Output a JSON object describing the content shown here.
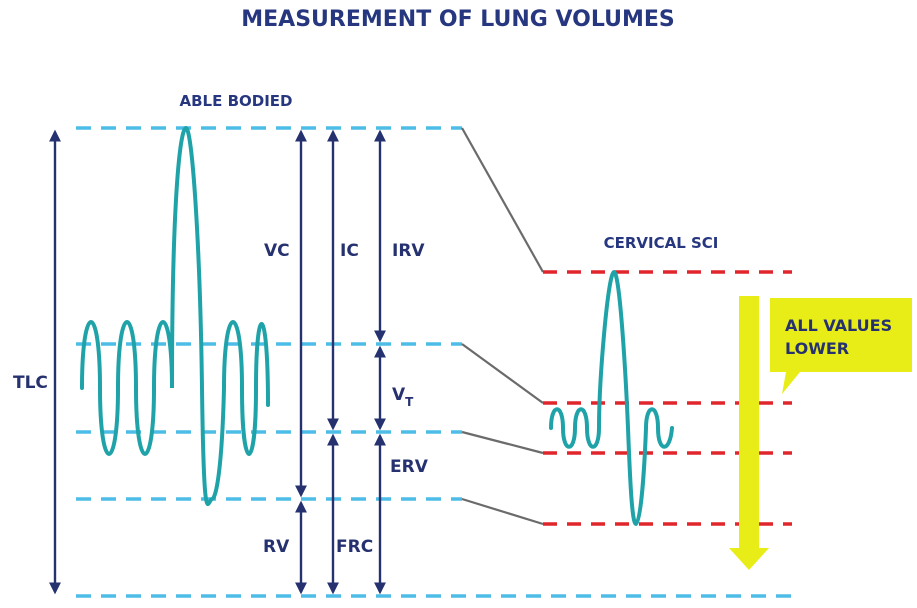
{
  "title": "MEASUREMENT OF LUNG VOLUMES",
  "able_bodied": {
    "heading": "ABLE BODIED",
    "labels": {
      "tlc": "TLC",
      "vc": "VC",
      "ic": "IC",
      "irv": "IRV",
      "vt_main": "V",
      "vt_sub": "T",
      "erv": "ERV",
      "rv": "RV",
      "frc": "FRC"
    }
  },
  "cervical_sci": {
    "heading": "CERVICAL SCI",
    "callout_line1": "ALL VALUES",
    "callout_line2": "LOWER"
  },
  "colors": {
    "title": "#27377f",
    "arrows": "#26316f",
    "able_dash": "#4dbde8",
    "sci_dash": "#e0252b",
    "wave": "#1fa3a8",
    "connector": "#6b6b6b",
    "callout_fill": "#e8ed18"
  }
}
